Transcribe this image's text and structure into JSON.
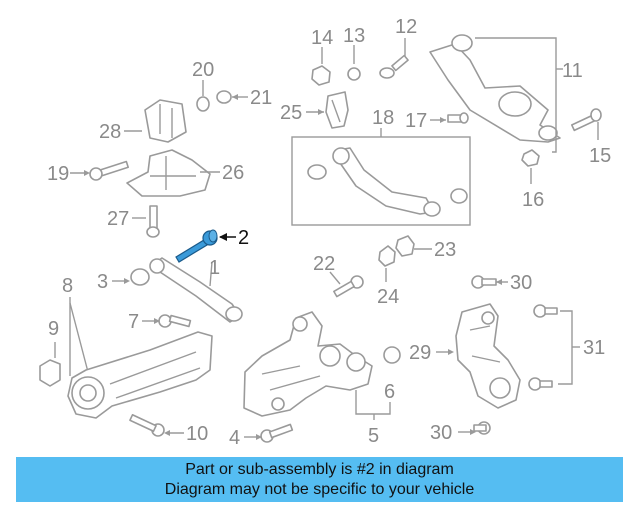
{
  "diagram": {
    "callouts": [
      {
        "id": "1",
        "text": "1"
      },
      {
        "id": "2",
        "text": "2"
      },
      {
        "id": "3",
        "text": "3"
      },
      {
        "id": "4",
        "text": "4"
      },
      {
        "id": "5",
        "text": "5"
      },
      {
        "id": "6",
        "text": "6"
      },
      {
        "id": "7",
        "text": "7"
      },
      {
        "id": "8",
        "text": "8"
      },
      {
        "id": "9",
        "text": "9"
      },
      {
        "id": "10",
        "text": "10"
      },
      {
        "id": "11",
        "text": "11"
      },
      {
        "id": "12",
        "text": "12"
      },
      {
        "id": "13",
        "text": "13"
      },
      {
        "id": "14",
        "text": "14"
      },
      {
        "id": "15",
        "text": "15"
      },
      {
        "id": "16",
        "text": "16"
      },
      {
        "id": "17",
        "text": "17"
      },
      {
        "id": "18",
        "text": "18"
      },
      {
        "id": "19",
        "text": "19"
      },
      {
        "id": "20",
        "text": "20"
      },
      {
        "id": "21",
        "text": "21"
      },
      {
        "id": "22",
        "text": "22"
      },
      {
        "id": "23",
        "text": "23"
      },
      {
        "id": "24",
        "text": "24"
      },
      {
        "id": "25",
        "text": "25"
      },
      {
        "id": "26",
        "text": "26"
      },
      {
        "id": "27",
        "text": "27"
      },
      {
        "id": "28",
        "text": "28"
      },
      {
        "id": "29",
        "text": "29"
      },
      {
        "id": "30a",
        "text": "30"
      },
      {
        "id": "30b",
        "text": "30"
      },
      {
        "id": "31",
        "text": "31"
      }
    ],
    "highlighted_part": "2",
    "colors": {
      "highlight": "#111111",
      "line": "#9a9a9a",
      "part_fill": "#ffffff",
      "part_fill_highlight": "#3a9ad9"
    }
  },
  "banner": {
    "line1": "Part or sub-assembly is #2 in diagram",
    "line2": "Diagram may not be specific to your vehicle",
    "color": "#55bdf2"
  }
}
